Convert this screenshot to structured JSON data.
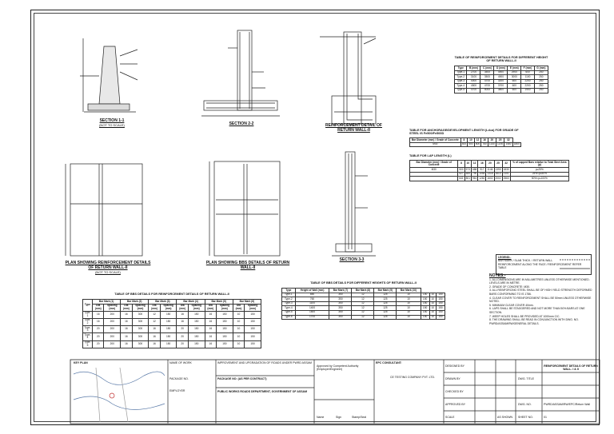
{
  "drawings": {
    "section_1": {
      "title": "SECTION 1-1",
      "scale": "(NOT TO SCALE)"
    },
    "section_2": {
      "title": "SECTION 2-2"
    },
    "reinf_detail": {
      "title": "REINFORCEMENT DETAIL OF RETURN WALL-II"
    },
    "plan_reinf": {
      "title": "PLAN SHOWING REINFORCEMENT DETAILS OF RETURN WALL-II",
      "scale": "(NOT TO SCALE)"
    },
    "plan_bbs": {
      "title": "PLAN SHOWING BBS DETAILS OF RETURN WALL-II"
    },
    "section_3": {
      "title": "SECTION 3-3"
    }
  },
  "table_reinf_diff": {
    "title": "TABLE OF REINFORCEMENT DETAILS FOR DIFFERENT HEIGHT OF RETURN WALL-II",
    "headers": [
      "Type",
      "B (mm)",
      "C (mm)",
      "D (mm)",
      "E (mm)",
      "F (mm)",
      "G (mm)"
    ],
    "rows": [
      [
        "Type-1",
        "2700",
        "3500",
        "4900",
        "2900",
        "600",
        "250"
      ],
      [
        "Type-2",
        "3100",
        "3500",
        "4900",
        "3000",
        "1100",
        "250"
      ],
      [
        "Type-3",
        "4000",
        "4700",
        "3200",
        "600",
        "2200",
        "250"
      ],
      [
        "Type-4",
        "4500",
        "4700",
        "3700",
        "600",
        "2200",
        "250"
      ],
      [
        "Type-5",
        "4700",
        "5000",
        "3800",
        "600",
        "1900",
        "250"
      ]
    ]
  },
  "table_anchorage": {
    "title": "TABLE FOR ANCHORAGE/DEVELOPMENT LENGTH (Ld=a) FOR GRADE OF STEEL IS Fe500/Fe500D",
    "headers": [
      "Bar Diameter (mm) / Grade of Concrete",
      "8",
      "10",
      "12",
      "16",
      "20",
      "25",
      "32"
    ],
    "rows": [
      [
        "M30",
        "400",
        "500",
        "600",
        "760",
        "1140",
        "1200",
        "1460",
        "1800"
      ]
    ]
  },
  "table_lap": {
    "title": "TABLE FOR LAP LENGTH (L)",
    "headers": [
      "Bar Diameter (mm) / Grade of Concrete",
      "8",
      "10",
      "12",
      "16",
      "20",
      "25",
      "32",
      "% of Lapped Bars relative to Total Steel Area (p)"
    ],
    "rows": [
      [
        "M30",
        "500",
        "573",
        "688",
        "917",
        "1146",
        "1390",
        "1830",
        "p≤25%"
      ],
      [
        "",
        "527",
        "659",
        "790",
        "1054",
        "1318",
        "1610",
        "2101",
        "25%<p≤50%"
      ],
      [
        "",
        "641",
        "801",
        "961",
        "1282",
        "1602",
        "2002",
        "2563",
        "50%<p≤100%"
      ]
    ]
  },
  "table_bbs_reinf": {
    "title": "TABLE OF BBS DETAILS FOR REINFORCEMENT DETAILS OF RETURN WALL-II",
    "groups": [
      "Bar Mark (1)",
      "Bar Mark (2)",
      "Bar Mark (3)",
      "Bar Mark (4)",
      "Bar Mark (5)",
      "Bar Mark (6)"
    ],
    "sub": [
      "Dia (mm)",
      "Spacing (mm)"
    ],
    "rows": [
      [
        "Type-1",
        "16",
        "200",
        "16",
        "300",
        "12",
        "150",
        "16",
        "150",
        "16",
        "150",
        "10",
        "150"
      ],
      [
        "Type-2",
        "16",
        "200",
        "16",
        "300",
        "12",
        "150",
        "16",
        "150",
        "16",
        "150",
        "10",
        "150"
      ],
      [
        "Type-3",
        "20",
        "200",
        "16",
        "300",
        "16",
        "150",
        "20",
        "150",
        "16",
        "150",
        "10",
        "150"
      ],
      [
        "Type-4",
        "20",
        "200",
        "16",
        "300",
        "16",
        "150",
        "20",
        "150",
        "16",
        "150",
        "10",
        "150"
      ],
      [
        "Type-5",
        "20",
        "200",
        "16",
        "300",
        "16",
        "150",
        "20",
        "150",
        "16",
        "150",
        "10",
        "150"
      ]
    ]
  },
  "table_bbs_diff": {
    "title": "TABLE OF BBS DETAILS FOR DIFFERENT HEIGHTS OF RETURN WALL-II",
    "headers": [
      "Type",
      "Height of Wall (mm)",
      "Bar Mark (7)",
      "Bar Mark (8)",
      "Bar Mark (9)",
      "Bar Mark (10)"
    ],
    "rows": [
      [
        "Type-1",
        "650",
        "350",
        "12",
        "125",
        "10",
        "150",
        "10",
        "150"
      ],
      [
        "Type-2",
        "760",
        "350",
        "12",
        "125",
        "10",
        "150",
        "10",
        "150"
      ],
      [
        "Type-3",
        "1100",
        "350",
        "12",
        "125",
        "10",
        "150",
        "10",
        "150"
      ],
      [
        "Type-4",
        "1400",
        "350",
        "12",
        "125",
        "10",
        "150",
        "10",
        "150"
      ],
      [
        "Type-5",
        "1500",
        "350",
        "12",
        "125",
        "10",
        "150",
        "10",
        "150"
      ],
      [
        "Type-6",
        "1700",
        "350",
        "12",
        "125",
        "10",
        "150",
        "10",
        "150"
      ]
    ]
  },
  "legend": {
    "title": "LEGEND:-",
    "items": [
      "BAR MARK / SLAB THICK. / RETURN WALL",
      "REINFORCEMENT ALONG THE FACE / REINFORCEMENT REFER TABLE"
    ]
  },
  "notes": {
    "title": "NOTES:-",
    "items": [
      "1. ALL DIMENSIONS ARE IN MILLIMETRES UNLESS OTHERWISE MENTIONED. LEVELS ARE IN METRE.",
      "2. GRADE OF CONCRETE: M30.",
      "3. ALL REINFORCING STEEL SHALL BE OF HIGH YIELD STRENGTH DEFORMED BARS CONFORMING TO IS 1786.",
      "4. CLEAR COVER TO REINFORCEMENT SHALL BE 50mm UNLESS OTHERWISE NOTED.",
      "5. MINIMUM CLEAR COVER 40mm.",
      "6. LAPS SHALL BE STAGGERED AND NOT MORE THAN 50% BARS AT ONE SECTION.",
      "7. WEEP HOLES SHALL BE PROVIDED AT 1000mm C/C.",
      "8. THE DRAWING SHALL BE READ IN CONJUNCTION WITH DWG. NO. PWRD/ASSAM/RW/GENERAL DETAILS."
    ]
  },
  "titleblock": {
    "key_plan": "KEY PLAN",
    "name_of_work_label": "NAME OF WORK",
    "name_of_work": "IMPROVEMENT AND UPGRADATION OF ROADS UNDER PWRD ASSAM",
    "package_label": "PACKAGE NO.",
    "package": "PACKAGE NO: (AS PER CONTRACT)",
    "employer_label": "EMPLOYER",
    "employer": "PUBLIC WORKS ROADS DEPARTMENT, GOVERNMENT OF ASSAM",
    "approval": "Approved by Competent Authority (Employer/Engineer)",
    "sign_labels": [
      "Name",
      "Sign",
      "Stamp/Seal"
    ],
    "consultant_label": "EPC CONSULTANT:",
    "consultant": "CE TESTING COMPANY PVT. LTD.",
    "role_labels": [
      "DESIGNED BY",
      "DRAWN BY",
      "CHECKED BY",
      "APPROVED BY",
      "SCALE"
    ],
    "scale": "AS SHOWN",
    "dwg_title_label": "DWG. TITLE",
    "dwg_title": "REINFORCEMENT DETAILS OF RETURN WALL- I & II",
    "dwg_no_label": "DWG. NO.",
    "dwg_no": "PWRD/ASSAM/RW/EPC/Return Wall",
    "sheet_label": "SHEET NO.",
    "sheet": "01"
  }
}
